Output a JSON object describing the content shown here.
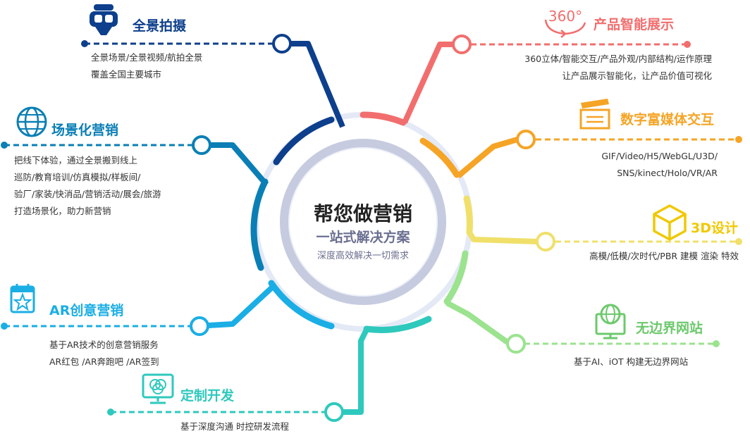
{
  "center": {
    "title": "帮您做营销",
    "subtitle": "一站式解决方案",
    "tagline": "深度高效解决一切需求"
  },
  "branches": [
    {
      "key": "panorama",
      "title": "全景拍摄",
      "color": "#0d3f8c",
      "lines": [
        "全景场景/全景视频/航拍全景",
        "覆盖全国主要城市"
      ],
      "icon": "vr-headset-icon"
    },
    {
      "key": "scene",
      "title": "场景化营销",
      "color": "#0a7fb5",
      "lines": [
        "把线下体验，通过全景搬到线上",
        "巡防/教育培训/仿真模拟/样板间/",
        "验厂/家装/快消品/营销活动/展会/旅游",
        "打造场景化，助力新营销"
      ],
      "icon": "globe-icon"
    },
    {
      "key": "ar",
      "title": "AR创意营销",
      "color": "#1aaee5",
      "lines": [
        "基于AR技术的创意营销服务",
        "AR红包 /AR奔跑吧 /AR签到"
      ],
      "icon": "star-calendar-icon"
    },
    {
      "key": "custom",
      "title": "定制开发",
      "color": "#2ec9bd",
      "lines": [
        "基于深度沟通  时控研发流程"
      ],
      "icon": "monitor-icon"
    },
    {
      "key": "product",
      "title": "产品智能展示",
      "color": "#f26e6e",
      "lines": [
        "360立体/智能交互/产品外观/内部结构/运作原理",
        "让产品展示智能化，让产品价值可视化"
      ],
      "icon": "rotate-360-icon",
      "icon_text": "360°"
    },
    {
      "key": "media",
      "title": "数字富媒体交互",
      "color": "#f5a425",
      "lines": [
        "GIF/Video/H5/WebGL/U3D/",
        "SNS/kinect/Holo/VR/AR"
      ],
      "icon": "clapperboard-icon"
    },
    {
      "key": "design3d",
      "title": "3D设计",
      "color": "#f0c800",
      "lines": [
        "高模/低模/次时代/PBR   建模 渲染 特效"
      ],
      "icon": "cube-icon"
    },
    {
      "key": "web",
      "title": "无边界网站",
      "color": "#6cc96c",
      "lines": [
        "基于AI、iOT  构建无边界网站"
      ],
      "icon": "globe-monitor-icon"
    }
  ]
}
